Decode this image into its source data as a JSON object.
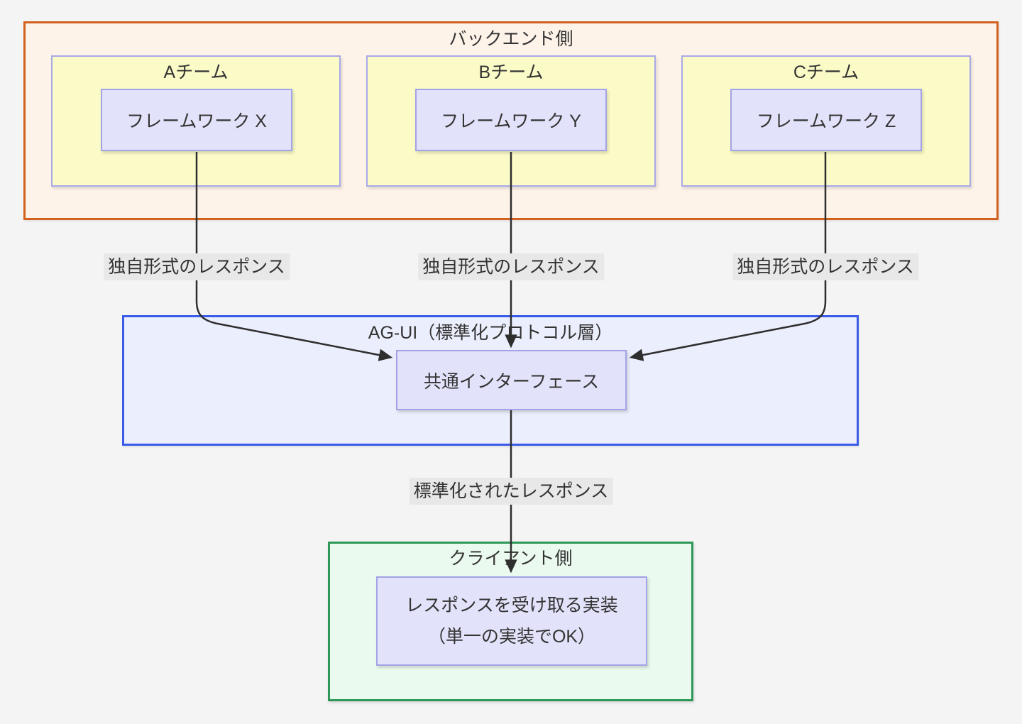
{
  "diagram": {
    "backend": {
      "title": "バックエンド側",
      "teams": [
        {
          "title": "Aチーム",
          "node": "フレームワーク X"
        },
        {
          "title": "Bチーム",
          "node": "フレームワーク Y"
        },
        {
          "title": "Cチーム",
          "node": "フレームワーク Z"
        }
      ]
    },
    "protocol": {
      "title": "AG-UI（標準化プロトコル層）",
      "node": "共通インターフェース"
    },
    "client": {
      "title": "クライアント側",
      "node_line1": "レスポンスを受け取る実装",
      "node_line2": "（単一の実装でOK）"
    },
    "edge_labels": {
      "from_a": "独自形式のレスポンス",
      "from_b": "独自形式のレスポンス",
      "from_c": "独自形式のレスポンス",
      "standardized": "標準化されたレスポンス"
    },
    "colors": {
      "page_bg": "#F4F4F5",
      "text_color": "#333333",
      "edge_color": "#2e2e2e",
      "backend_border": "#D2611E",
      "backend_fill": "#FEF3E9",
      "team_fill": "#FBFBC8",
      "team_border": "#A9A9E8",
      "node_fill": "#E2E2FA",
      "node_border": "#A3A3E6",
      "protocol_border": "#3A5BE8",
      "protocol_fill": "#EBEEFC",
      "client_border": "#2E9858",
      "client_fill": "#EAFAEE",
      "label_bg": "#E8E8E8"
    }
  }
}
